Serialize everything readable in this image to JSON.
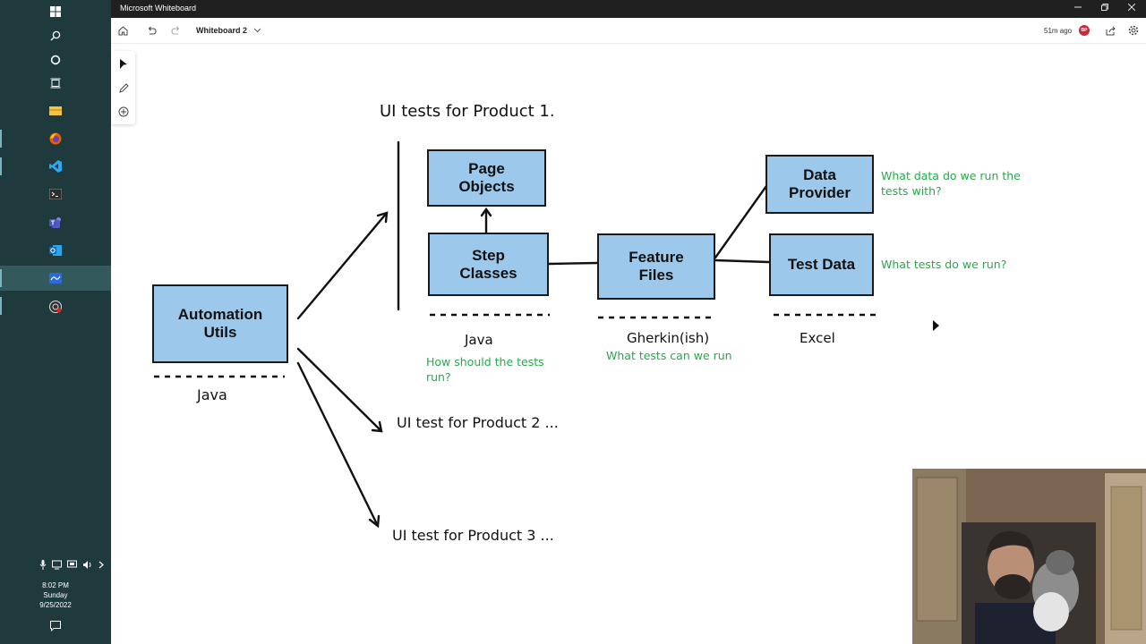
{
  "window": {
    "title": "Microsoft Whiteboard",
    "board_name": "Whiteboard 2",
    "last_saved": "51m ago",
    "user_initials": "BP"
  },
  "taskbar": {
    "icons": [
      "windows-icon",
      "search-icon",
      "cortana-icon",
      "task-view-icon",
      "file-explorer-icon",
      "firefox-icon",
      "vscode-icon",
      "terminal-icon",
      "teams-icon",
      "outlook-icon",
      "whiteboard-icon",
      "obs-icon"
    ],
    "time": "8:02 PM",
    "day": "Sunday",
    "date": "9/25/2022"
  },
  "diagram": {
    "heading_product1": "UI tests for Product 1.",
    "product2": "UI test for Product 2 ...",
    "product3": "UI test for Product 3 ...",
    "boxes": {
      "automation_utils": "Automation\nUtils",
      "page_objects": "Page\nObjects",
      "step_classes": "Step\nClasses",
      "feature_files": "Feature\nFiles",
      "data_provider": "Data\nProvider",
      "test_data": "Test Data"
    },
    "labels": {
      "utils_lang": "Java",
      "steps_lang": "Java",
      "feature_lang": "Gherkin(ish)",
      "data_lang": "Excel"
    },
    "notes": {
      "steps": "How should the tests\nrun?",
      "feature": "What tests can we run",
      "data_provider": "What data do we run the\ntests with?",
      "test_data": "What tests do we run?"
    },
    "colors": {
      "box_fill": "#9cc8ec",
      "note_green": "#29a84a"
    }
  }
}
